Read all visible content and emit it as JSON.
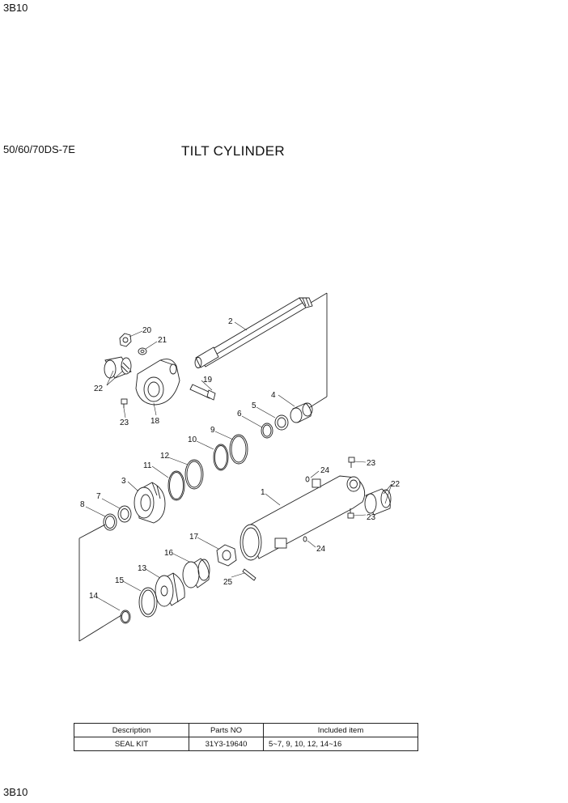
{
  "page": {
    "code_top": "3B10",
    "code_bottom": "3B10"
  },
  "header": {
    "model": "50/60/70DS-7E",
    "title": "TILT CYLINDER"
  },
  "callouts": [
    "1",
    "2",
    "3",
    "4",
    "5",
    "6",
    "7",
    "8",
    "9",
    "10",
    "11",
    "12",
    "13",
    "14",
    "15",
    "16",
    "17",
    "18",
    "19",
    "20",
    "21",
    "22",
    "22",
    "23",
    "23",
    "23",
    "24",
    "24",
    "25"
  ],
  "seal_kit_table": {
    "headers": [
      "Description",
      "Parts NO",
      "Included item"
    ],
    "rows": [
      {
        "description": "SEAL KIT",
        "parts_no": "31Y3-19640",
        "included_item": "5~7, 9, 10, 12, 14~16"
      }
    ]
  }
}
